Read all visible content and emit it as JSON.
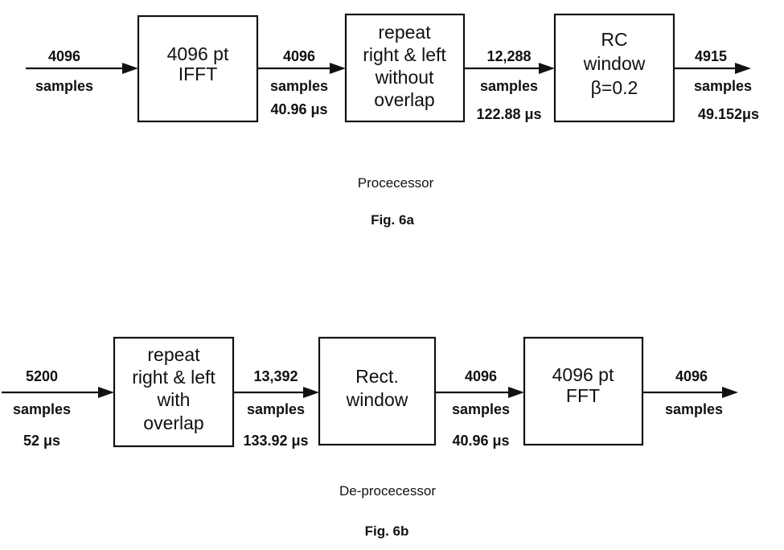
{
  "figure_a": {
    "boxes": [
      {
        "lines": [
          "4096 pt",
          "IFFT"
        ]
      },
      {
        "lines": [
          "repeat",
          "right & left",
          "without",
          "overlap"
        ]
      },
      {
        "lines": [
          "RC",
          "window",
          "β=0.2"
        ]
      }
    ],
    "edges": [
      {
        "count": "4096",
        "unit": "samples",
        "duration": ""
      },
      {
        "count": "4096",
        "unit": "samples",
        "duration": "40.96 μs"
      },
      {
        "count": "12,288",
        "unit": "samples",
        "duration": "122.88 μs"
      },
      {
        "count": "4915",
        "unit": "samples",
        "duration": "49.152μs"
      }
    ],
    "caption": "Procecessor",
    "fig_label": "Fig. 6a"
  },
  "figure_b": {
    "boxes": [
      {
        "lines": [
          "repeat",
          "right & left",
          "with",
          "overlap"
        ]
      },
      {
        "lines": [
          "Rect.",
          "window"
        ]
      },
      {
        "lines": [
          "4096 pt",
          "FFT"
        ]
      }
    ],
    "edges": [
      {
        "count": "5200",
        "unit": "samples",
        "duration": "52 μs"
      },
      {
        "count": "13,392",
        "unit": "samples",
        "duration": "133.92 μs"
      },
      {
        "count": "4096",
        "unit": "samples",
        "duration": "40.96 μs"
      },
      {
        "count": "4096",
        "unit": "samples",
        "duration": ""
      }
    ],
    "caption": "De-procecessor",
    "fig_label": "Fig. 6b"
  }
}
